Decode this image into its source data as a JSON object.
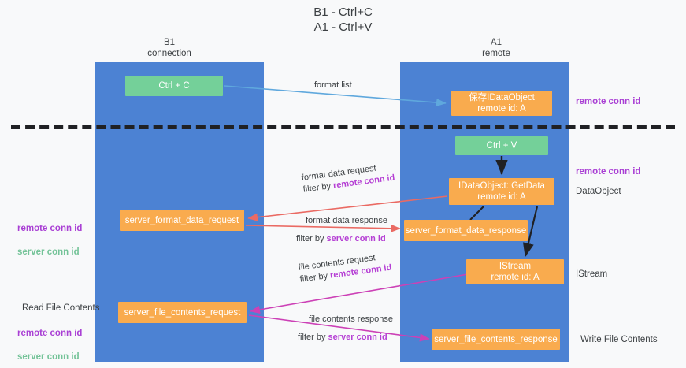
{
  "title": "B1 - Ctrl+C\nA1 - Ctrl+V",
  "columns": {
    "left": {
      "header": "B1\nconnection"
    },
    "right": {
      "header": "A1\nremote"
    }
  },
  "colors": {
    "lane": "#4c82d3",
    "node_green": "#74d099",
    "node_orange": "#f9ab4e",
    "remote_conn_id": "#a93fd4",
    "server_conn_id": "#74c398",
    "divider": "#202124",
    "arrow_format_list": "#5fa8dd",
    "arrow_format_data": "#ea6a63",
    "arrow_file_contents": "#cc41b6",
    "arrow_internal": "#202124",
    "background": "#f8f9fa"
  },
  "nodes": {
    "ctrl_c": "Ctrl + C",
    "dataobject": "保存IDataObject\nremote id: A",
    "ctrl_v": "Ctrl + V",
    "getdata": "IDataObject::GetData\nremote id: A",
    "server_format_data_request": "server_format_data_request",
    "server_format_data_response": "server_format_data_response",
    "istream": "IStream\nremote id: A",
    "server_file_contents_request": "server_file_contents_request",
    "server_file_contents_response": "server_file_contents_response"
  },
  "edges": {
    "format_list": {
      "line1": "format list"
    },
    "format_data_request": {
      "line1": "format data request",
      "filter_prefix": "filter by ",
      "filter_key": "remote conn id"
    },
    "format_data_response": {
      "line1": "format data response",
      "filter_prefix": "filter by ",
      "filter_key": "server conn id"
    },
    "file_contents_request": {
      "line1": "file contents request",
      "filter_prefix": "filter by ",
      "filter_key": "remote conn id"
    },
    "file_contents_response": {
      "line1": "file contents response",
      "filter_prefix": "filter by ",
      "filter_key": "server conn id"
    }
  },
  "notes": {
    "right_top_remote": "remote conn id",
    "right_mid_remote": "remote conn id",
    "right_dataobject": "DataObject",
    "right_istream": "IStream",
    "right_write_file": "Write File Contents",
    "left_ids_top": "remote conn id\nserver conn id",
    "left_read_file": "Read File Contents",
    "left_ids_bottom": "remote conn id\nserver conn id"
  }
}
